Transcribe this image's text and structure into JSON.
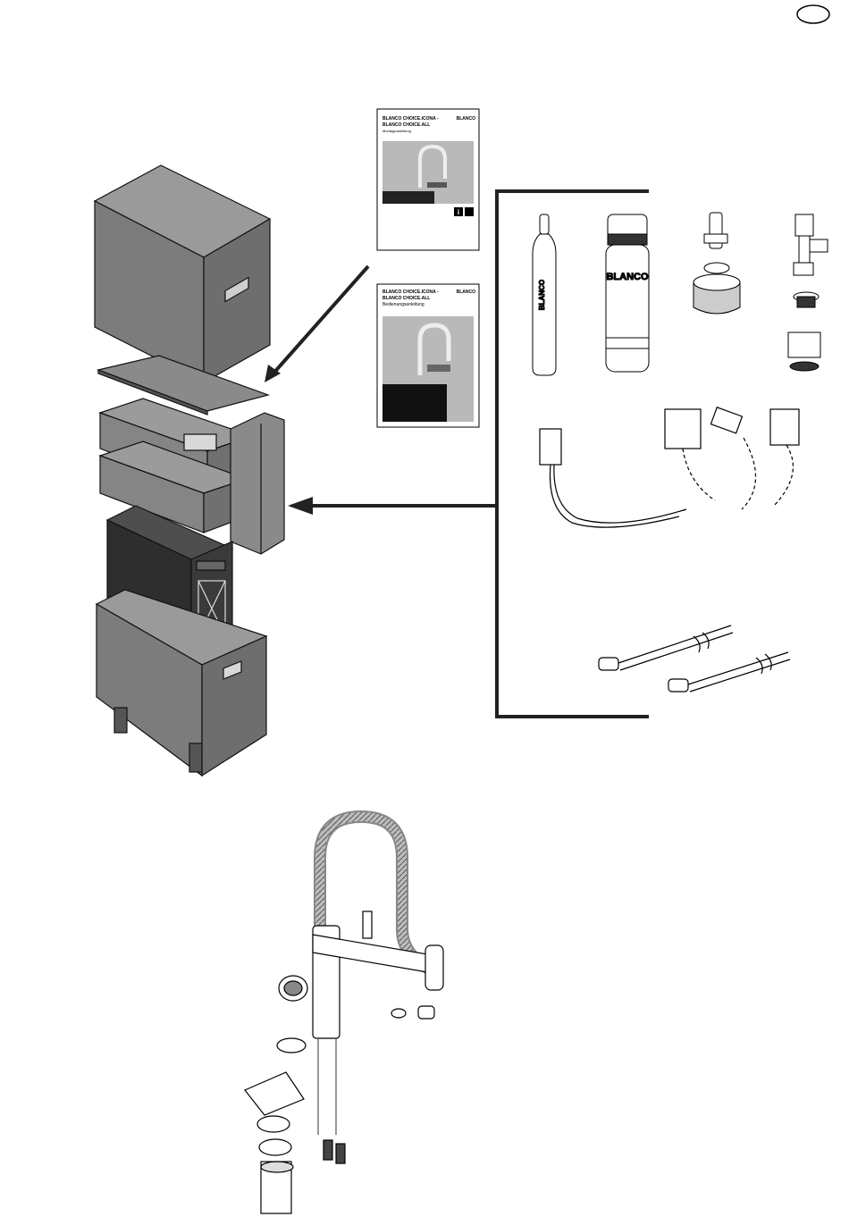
{
  "lang_badge": "",
  "manual_1": {
    "title_line1": "BLANCO CHOICE.ICONA -",
    "title_line2": "BLANCO CHOICE.ALL",
    "subtitle": "Montageanleitung",
    "brand": "BLANCO"
  },
  "manual_2": {
    "title_line1": "BLANCO CHOICE.ICONA -",
    "title_line2": "BLANCO CHOICE.ALL",
    "subtitle": "Bedienungsanleitung",
    "brand": "BLANCO"
  },
  "cylinder_brand": "BLANCO",
  "filter_brand": "BLANCO",
  "colors": {
    "box": "#7a7a7a",
    "dark": "#3c3c3c",
    "line": "#000000"
  }
}
